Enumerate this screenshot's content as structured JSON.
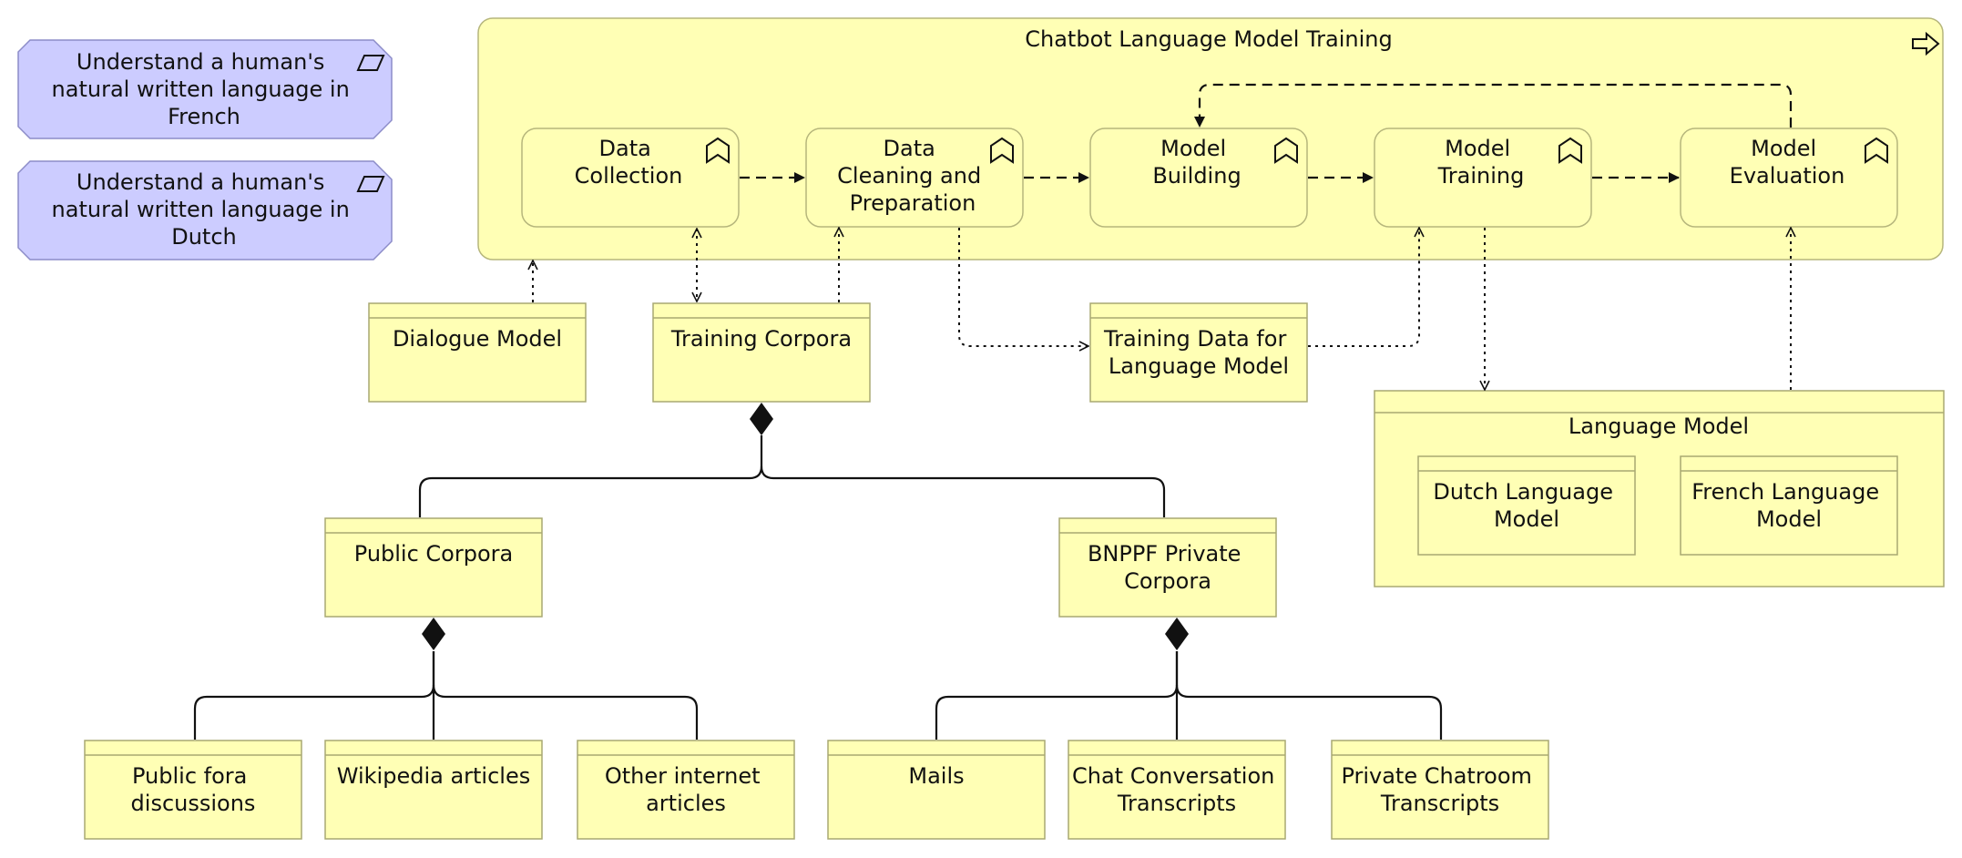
{
  "goals": [
    {
      "id": "goal-french",
      "lines": [
        "Understand a human's",
        "natural written language in",
        "French"
      ]
    },
    {
      "id": "goal-dutch",
      "lines": [
        "Understand a human's",
        "natural written language in",
        "Dutch"
      ]
    }
  ],
  "process_group": {
    "title": "Chatbot Language Model Training"
  },
  "processes": [
    {
      "id": "data-collection",
      "lines": [
        "Data",
        "Collection"
      ]
    },
    {
      "id": "data-cleaning",
      "lines": [
        "Data",
        "Cleaning and",
        "Preparation"
      ]
    },
    {
      "id": "model-building",
      "lines": [
        "Model",
        "Building"
      ]
    },
    {
      "id": "model-training",
      "lines": [
        "Model",
        "Training"
      ]
    },
    {
      "id": "model-evaluation",
      "lines": [
        "Model",
        "Evaluation"
      ]
    }
  ],
  "objects": [
    {
      "id": "dialogue-model",
      "lines": [
        "Dialogue Model"
      ]
    },
    {
      "id": "training-corpora",
      "lines": [
        "Training Corpora"
      ]
    },
    {
      "id": "training-data",
      "lines": [
        "Training Data for",
        "Language Model"
      ]
    },
    {
      "id": "public-corpora",
      "lines": [
        "Public Corpora"
      ]
    },
    {
      "id": "bnppf-private-corpora",
      "lines": [
        "BNPPF Private",
        "Corpora"
      ]
    },
    {
      "id": "public-fora",
      "lines": [
        "Public fora",
        "discussions"
      ]
    },
    {
      "id": "wikipedia",
      "lines": [
        "Wikipedia articles"
      ]
    },
    {
      "id": "other-internet",
      "lines": [
        "Other internet",
        "articles"
      ]
    },
    {
      "id": "mails",
      "lines": [
        "Mails"
      ]
    },
    {
      "id": "chat-conversation",
      "lines": [
        "Chat Conversation",
        "Transcripts"
      ]
    },
    {
      "id": "private-chatroom",
      "lines": [
        "Private Chatroom",
        "Transcripts"
      ]
    }
  ],
  "language_model": {
    "title": "Language Model",
    "children": [
      {
        "id": "dutch-language-model",
        "lines": [
          "Dutch Language",
          "Model"
        ]
      },
      {
        "id": "french-language-model",
        "lines": [
          "French Language",
          "Model"
        ]
      }
    ]
  }
}
